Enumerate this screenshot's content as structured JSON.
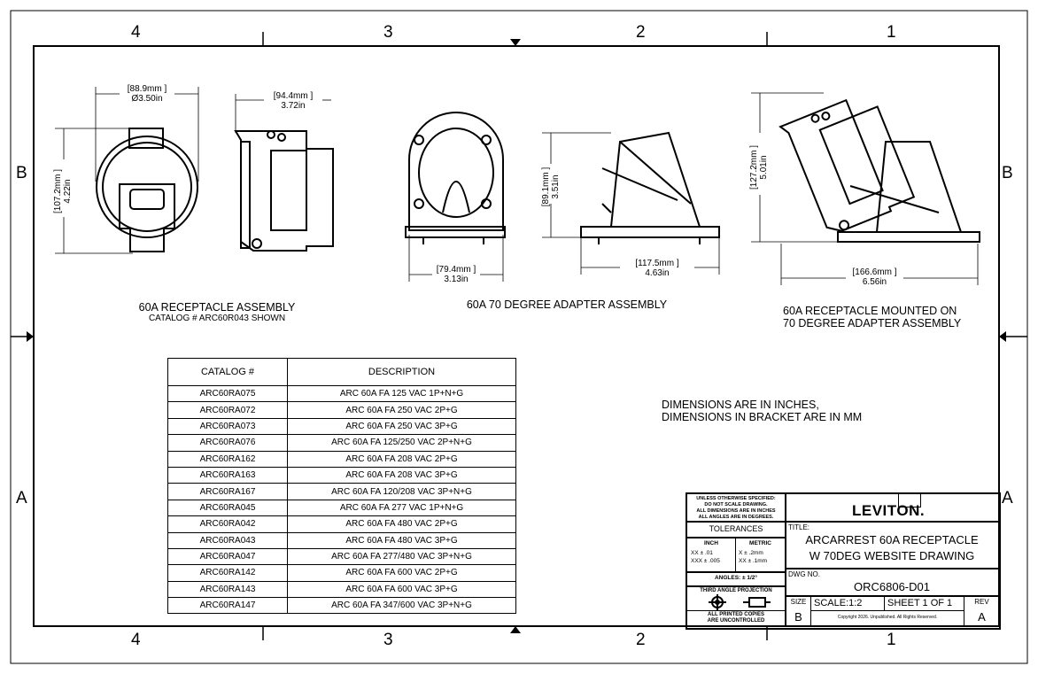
{
  "zones": {
    "top": [
      "4",
      "3",
      "2",
      "1"
    ],
    "bottom": [
      "4",
      "3",
      "2",
      "1"
    ],
    "rows": [
      "B",
      "A"
    ]
  },
  "views": [
    {
      "title": "60A RECEPTACLE ASSEMBLY",
      "subtitle": "CATALOG # ARC60R043 SHOWN"
    },
    {
      "title": "60A 70 DEGREE ADAPTER ASSEMBLY"
    },
    {
      "title": "60A RECEPTACLE MOUNTED ON",
      "subtitle": "70 DEGREE ADAPTER ASSEMBLY"
    }
  ],
  "dimensions": {
    "d1_mm": "[88.9mm ]",
    "d1_in": "Ø3.50in",
    "d2_mm": "[107.2mm ]",
    "d2_in": "4.22in",
    "d3_mm": "[94.4mm ]",
    "d3_in": "3.72in",
    "d4_mm": "[79.4mm ]",
    "d4_in": "3.13in",
    "d5_mm": "[89.1mm ]",
    "d5_in": "3.51in",
    "d6_mm": "[117.5mm ]",
    "d6_in": "4.63in",
    "d7_mm": "[127.2mm ]",
    "d7_in": "5.01in",
    "d8_mm": "[166.6mm ]",
    "d8_in": "6.56in"
  },
  "note": {
    "line1": "DIMENSIONS ARE IN INCHES,",
    "line2": "DIMENSIONS IN BRACKET ARE IN MM"
  },
  "table": {
    "headers": [
      "CATALOG #",
      "DESCRIPTION"
    ],
    "rows": [
      [
        "ARC60RA075",
        "ARC 60A FA 125 VAC 1P+N+G"
      ],
      [
        "ARC60RA072",
        "ARC 60A FA 250 VAC 2P+G"
      ],
      [
        "ARC60RA073",
        "ARC 60A FA 250 VAC 3P+G"
      ],
      [
        "ARC60RA076",
        "ARC 60A FA 125/250 VAC 2P+N+G"
      ],
      [
        "ARC60RA162",
        "ARC 60A FA 208 VAC 2P+G"
      ],
      [
        "ARC60RA163",
        "ARC 60A FA 208 VAC 3P+G"
      ],
      [
        "ARC60RA167",
        "ARC 60A FA 120/208 VAC 3P+N+G"
      ],
      [
        "ARC60RA045",
        "ARC 60A FA 277 VAC 1P+N+G"
      ],
      [
        "ARC60RA042",
        "ARC 60A FA 480 VAC 2P+G"
      ],
      [
        "ARC60RA043",
        "ARC 60A FA 480 VAC 3P+G"
      ],
      [
        "ARC60RA047",
        "ARC 60A FA 277/480 VAC 3P+N+G"
      ],
      [
        "ARC60RA142",
        "ARC 60A FA 600 VAC 2P+G"
      ],
      [
        "ARC60RA143",
        "ARC 60A FA 600 VAC 3P+G"
      ],
      [
        "ARC60RA147",
        "ARC 60A FA 347/600 VAC 3P+N+G"
      ]
    ]
  },
  "title_block": {
    "unless": [
      "UNLESS OTHERWISE SPECIFIED:",
      "DO NOT SCALE DRAWING.",
      "ALL DIMENSIONS ARE IN INCHES",
      "ALL ANGLES ARE IN DEGREES."
    ],
    "tolerances": "TOLERANCES",
    "inch": "INCH",
    "inch_tol1": "XX  ± .01",
    "inch_tol2": "XXX ± .005",
    "metric": "METRIC",
    "metric_tol1": "X  ± .2mm",
    "metric_tol2": "XX ± .1mm",
    "angles": "ANGLES: ± 1/2°",
    "projection": "THIRD ANGLE PROJECTION",
    "printed": [
      "ALL PRINTED COPIES",
      "ARE UNCONTROLLED"
    ],
    "logo": "LEVITON.",
    "title_label": "TITLE:",
    "title1": "ARCARREST 60A RECEPTACLE",
    "title2": "W 70DEG WEBSITE DRAWING",
    "dwg_label": "DWG NO.",
    "dwg_no": "ORC6806-D01",
    "size_label": "SIZE",
    "size": "B",
    "scale": "SCALE:1:2",
    "sheet": "SHEET 1 OF 1",
    "rev_label": "REV",
    "rev": "A",
    "copyright": "Copyright 2026. Unpublished. All Rights Reserved."
  }
}
